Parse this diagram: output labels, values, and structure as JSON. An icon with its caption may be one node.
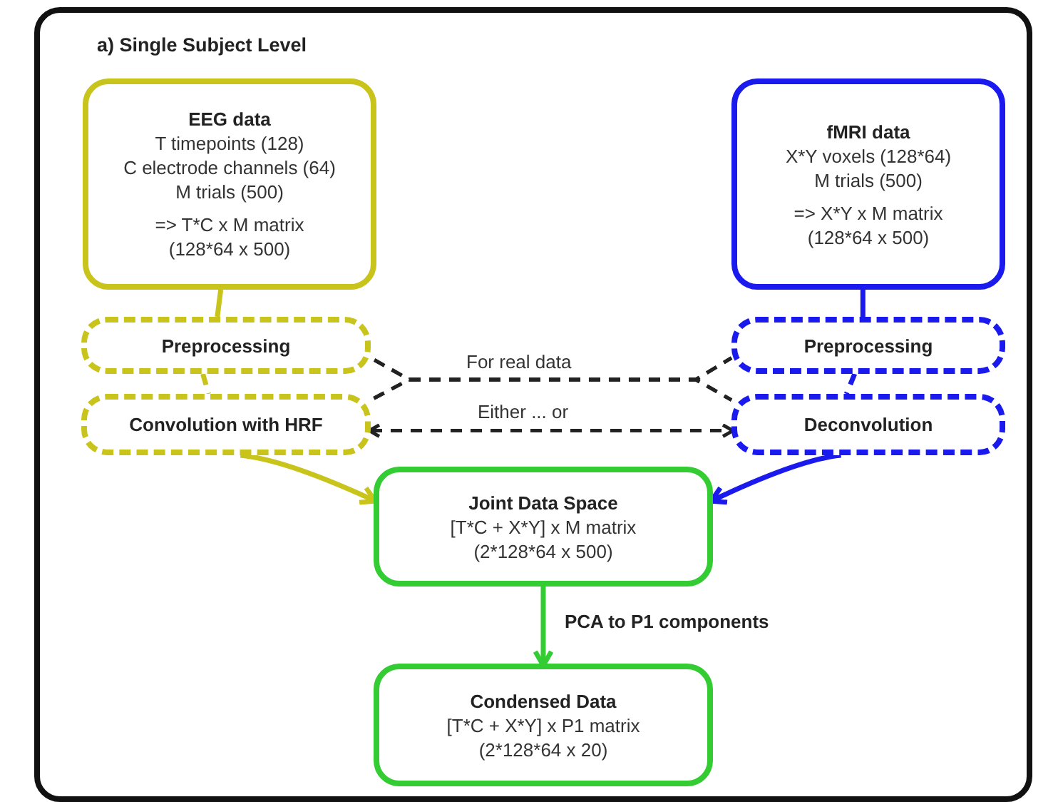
{
  "diagram": {
    "title": "a) Single Subject Level",
    "nodes": [
      {
        "text": [
          "EEG data",
          "T timepoints (128)",
          "C electrode channels (64)",
          "M trials (500)",
          "=> T*C x M matrix",
          "(128*64 x 500)"
        ]
      },
      {
        "text": [
          "Preprocessing"
        ]
      },
      {
        "text": [
          "Convolution with HRF"
        ]
      },
      {
        "text": [
          "fMRI data",
          "X*Y voxels (128*64)",
          "M trials (500)",
          "=> X*Y x M matrix",
          "(128*64 x 500)"
        ]
      },
      {
        "text": [
          "Preprocessing"
        ]
      },
      {
        "text": [
          "Deconvolution"
        ]
      },
      {
        "text": [
          "Joint Data Space",
          "[T*C + X*Y] x M matrix",
          "(2*128*64 x 500)"
        ]
      },
      {
        "text": [
          "Condensed Data",
          "[T*C + X*Y] x P1 matrix",
          "(2*128*64 x 20)"
        ]
      }
    ],
    "edges": [
      {
        "from": 0,
        "to": 1,
        "arrow": "none",
        "color": "#c8c41c"
      },
      {
        "from": 1,
        "to": 2,
        "arrow": "none",
        "style": "dashed",
        "color": "#c8c41c"
      },
      {
        "from": 2,
        "to": 6,
        "arrow": "to",
        "color": "#c8c41c"
      },
      {
        "from": 3,
        "to": 4,
        "arrow": "none",
        "color": "#1a1aee"
      },
      {
        "from": 4,
        "to": 5,
        "arrow": "none",
        "style": "dashed",
        "color": "#1a1aee"
      },
      {
        "from": 5,
        "to": 6,
        "arrow": "to",
        "color": "#1a1aee"
      },
      {
        "from": 1,
        "to": 4,
        "arrow": "none",
        "label": "For real data",
        "style": "dashed",
        "color": "#222222"
      },
      {
        "from": 1,
        "to": 5,
        "arrow": "none",
        "style": "dashed",
        "color": "#222222"
      },
      {
        "from": 2,
        "to": 4,
        "arrow": "none",
        "style": "dashed",
        "color": "#222222"
      },
      {
        "from": 2,
        "to": 5,
        "arrow": "none",
        "style": "dashed",
        "color": "#222222"
      },
      {
        "from": 2,
        "to": 5,
        "arrow": "both",
        "label": "Either ... or",
        "style": "dashed",
        "color": "#222222"
      },
      {
        "from": 6,
        "to": 7,
        "arrow": "to",
        "label": "PCA to P1 components",
        "color": "#33cc33"
      }
    ]
  }
}
